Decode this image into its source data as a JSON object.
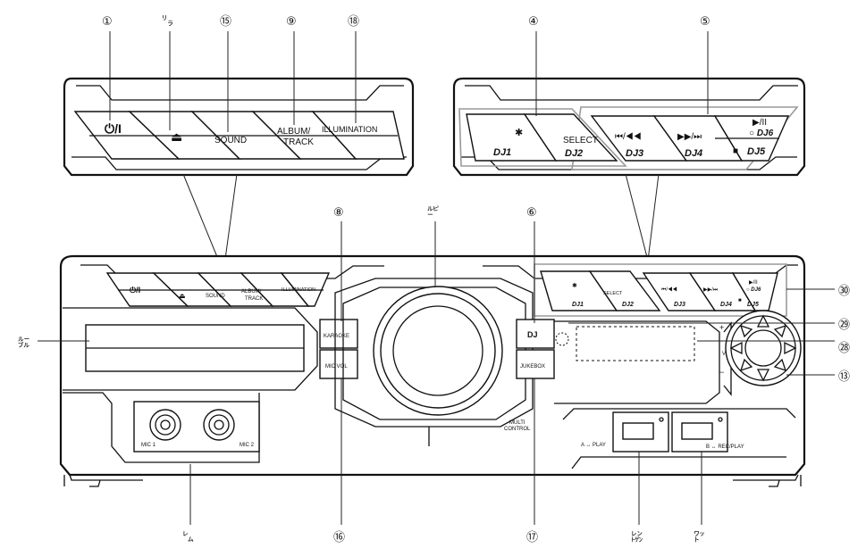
{
  "buttons": {
    "power": "⏻/I",
    "eject": "⏏",
    "sound": "SOUND",
    "album1": "ALBUM/",
    "album2": "TRACK",
    "illumination": "ILLUMINATION",
    "bt": "✱",
    "select": "SELECT",
    "dj1": "DJ1",
    "dj2": "DJ2",
    "rew": "⏮/◀◀",
    "dj3": "DJ3",
    "ff": "▶▶/⏭",
    "dj4": "DJ4",
    "play": "▶/II",
    "dj6": "○ DJ6",
    "stop": "■",
    "dj5": "DJ5",
    "karaoke": "KARAOKE",
    "micvol": "MIC VOL",
    "dj": "DJ",
    "jukebox": "JUKEBOX",
    "multi1": "MULTI",
    "multi2": "CONTROL",
    "vol": "VOL",
    "plus": "+",
    "minus": "−",
    "mic1": "MIC 1",
    "mic2": "MIC 2",
    "usb_a": "A ↔ PLAY",
    "usb_b": "B ↔ REC/PLAY"
  },
  "callouts": {
    "c1": "①",
    "c22": "㍒",
    "c15": "⑮",
    "c9": "⑨",
    "c18": "⑱",
    "c4": "④",
    "c5": "⑤",
    "c8": "⑧",
    "c23": "㍓",
    "c6": "⑥",
    "c30": "㉚",
    "c29": "㉙",
    "c28": "㉘",
    "c13": "⑬",
    "c24": "㍔",
    "c25": "㍕",
    "c16": "⑯",
    "c17": "⑰",
    "c26": "㍖",
    "c27": "㍗"
  }
}
